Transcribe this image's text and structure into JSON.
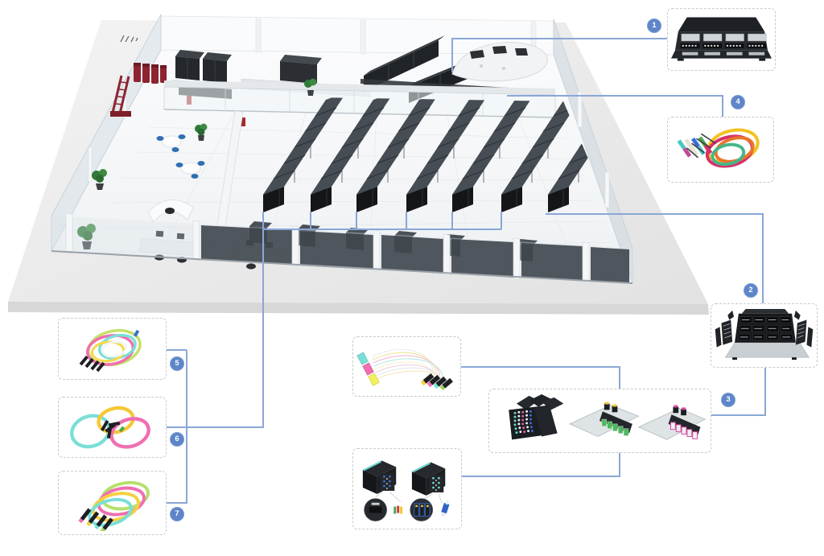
{
  "diagram": {
    "badges": [
      {
        "label": "1"
      },
      {
        "label": "2"
      },
      {
        "label": "3"
      },
      {
        "label": "4"
      },
      {
        "label": "5"
      },
      {
        "label": "6"
      },
      {
        "label": "7"
      }
    ],
    "colors": {
      "callout_line": "#8aa7d6",
      "badge_fill": "#5d85c8",
      "badge_text": "#ffffff",
      "box_border": "#c7c9cc",
      "slab_gray": "#ebebeb",
      "rack_dark": "#1b1e22",
      "equipment_red": "#8e2430",
      "plant_green": "#3f8a42",
      "cable_yellow": "#f5d042",
      "cable_pink": "#ef6fb0",
      "cable_aqua": "#7adfd6",
      "cable_green": "#b5e06a",
      "connector_blue": "#3b6fd4"
    }
  }
}
